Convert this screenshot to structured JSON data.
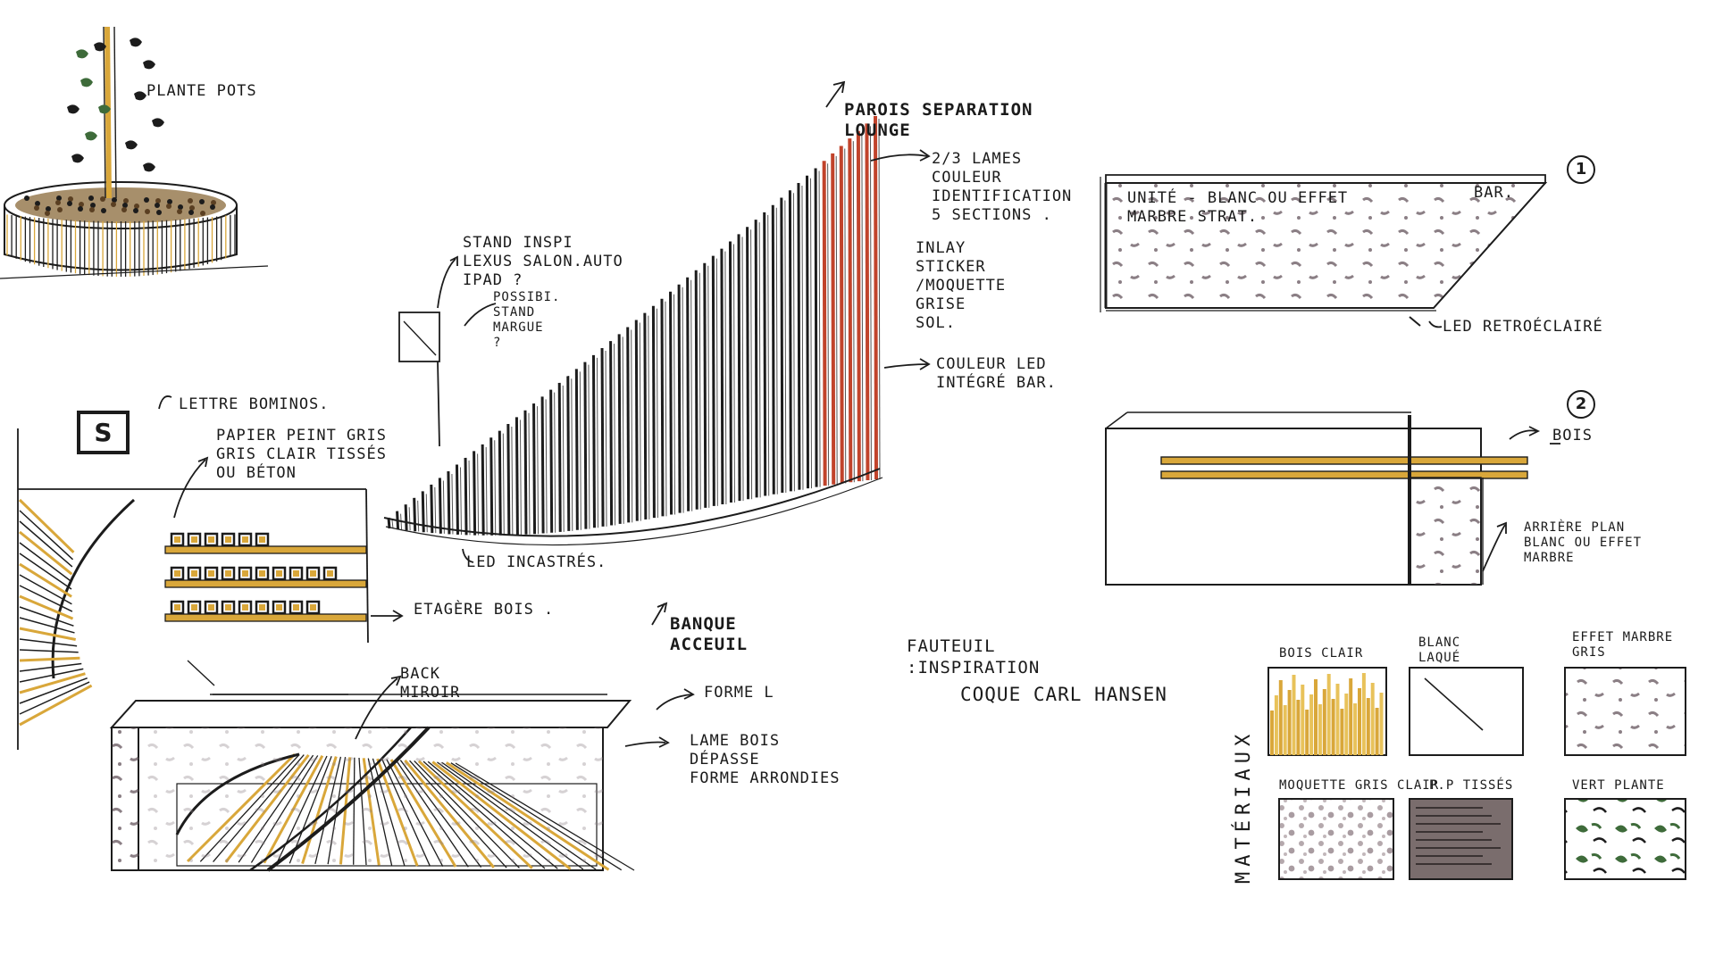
{
  "colors": {
    "ink": "#1c1c1c",
    "wood": "#d9a73a",
    "light_wood": "#e8c25a",
    "grey": "#8b7f85",
    "green": "#3e6b3a",
    "red": "#c1432b",
    "dark_grey_fabric": "#7a6d6d"
  },
  "labels": {
    "plante_pots": "PLANTE POTS",
    "parois_title": "PAROIS SEPARATION\nLOUNGE",
    "lames": "2/3 LAMES\nCOULEUR\nIDENTIFICATION\n5 SECTIONS .",
    "inlay": "INLAY\nSTICKER\n/MOQUETTE\nGRISE\nSOL.",
    "couleur_led": "COULEUR LED\nINTÉGRÉ BAR.",
    "stand_inspi": "STAND INSPI\nLEXUS SALON.AUTO\nIPAD ?",
    "possibi": "POSSIBI.\nSTAND\nMARGUE\n?",
    "led_incastres": "LED INCASTRÉS.",
    "lettre": "LETTRE BOMINOS.",
    "papier_peint": "PAPIER PEINT GRIS\nGRIS CLAIR TISSÉS\nOU BÉTON",
    "etagere": "ETAGÈRE BOIS .",
    "banque_title": "BANQUE\nACCEUIL",
    "back_miroir": "BACK\nMIROIR",
    "forme_l": "FORME L",
    "lame_bois": "LAME BOIS\nDÉPASSE\nFORME ARRONDIES",
    "fauteuil": "FAUTEUIL\n:INSPIRATION",
    "coque": "COQUE CARL HANSEN",
    "unite": "UNITÉ - BLANC OU EFFET\nMARBRE STRAT.",
    "bar": "BAR.",
    "led_retroeclaire": "LED RETROÉCLAIRÉ",
    "bois": "BOIS",
    "arriere_plan": "ARRIÈRE PLAN\nBLANC OU EFFET\nMARBRE",
    "num_1": "1",
    "num_2": "2",
    "letter_s": "S",
    "materiaux": "MATÉRIAUX"
  },
  "materials": {
    "bois_clair": "BOIS CLAIR",
    "blanc_laque": "BLANC\nLAQUÉ",
    "effet_marbre": "EFFET MARBRE\nGRIS",
    "moquette": "MOQUETTE GRIS CLAIR",
    "pp_tisses": "P.P TISSÉS",
    "vert_plante": "VERT PLANTE"
  }
}
